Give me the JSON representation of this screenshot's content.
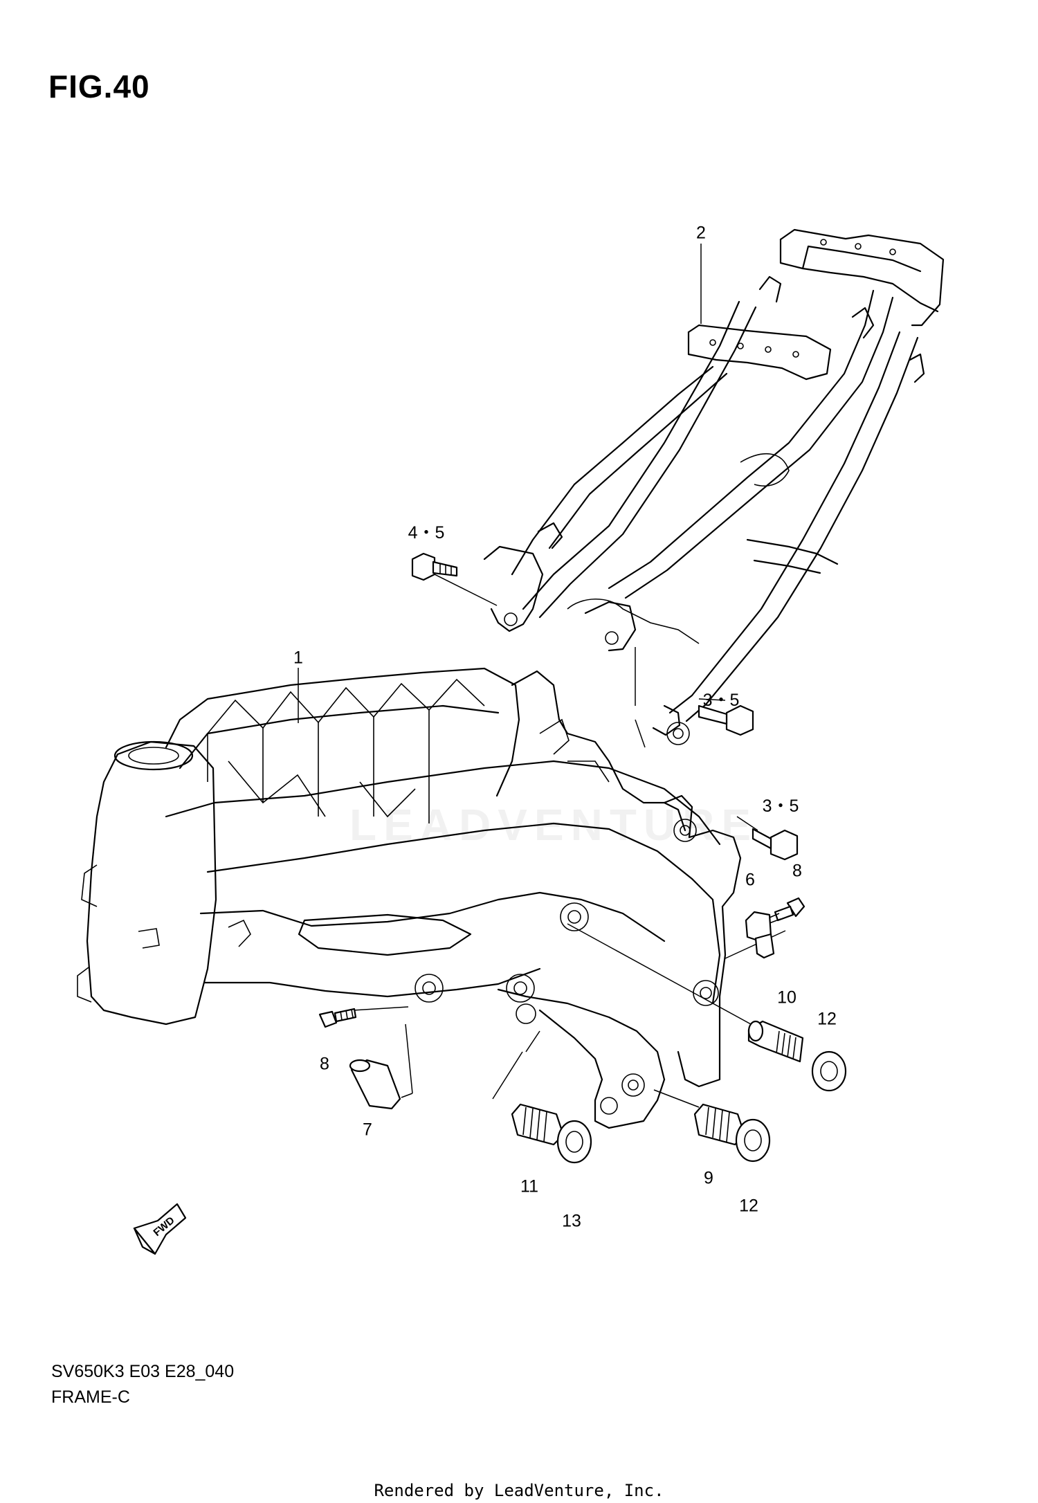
{
  "figure": {
    "title": "FIG.40"
  },
  "callouts": {
    "c1": "1",
    "c2": "2",
    "c4_5": "4・5",
    "c3_5_upper": "3・5",
    "c3_5_lower": "3・5",
    "c6": "6",
    "c7": "7",
    "c8_right": "8",
    "c8_left": "8",
    "c9": "9",
    "c10": "10",
    "c11": "11",
    "c12_upper": "12",
    "c12_lower": "12",
    "c13": "13"
  },
  "fwd_label": "FWD",
  "watermark": "LEADVENTURE",
  "footer": {
    "model_code": "SV650K3 E03 E28_040",
    "section_name": "FRAME-C",
    "rendered_by": "Rendered by LeadVenture, Inc."
  }
}
